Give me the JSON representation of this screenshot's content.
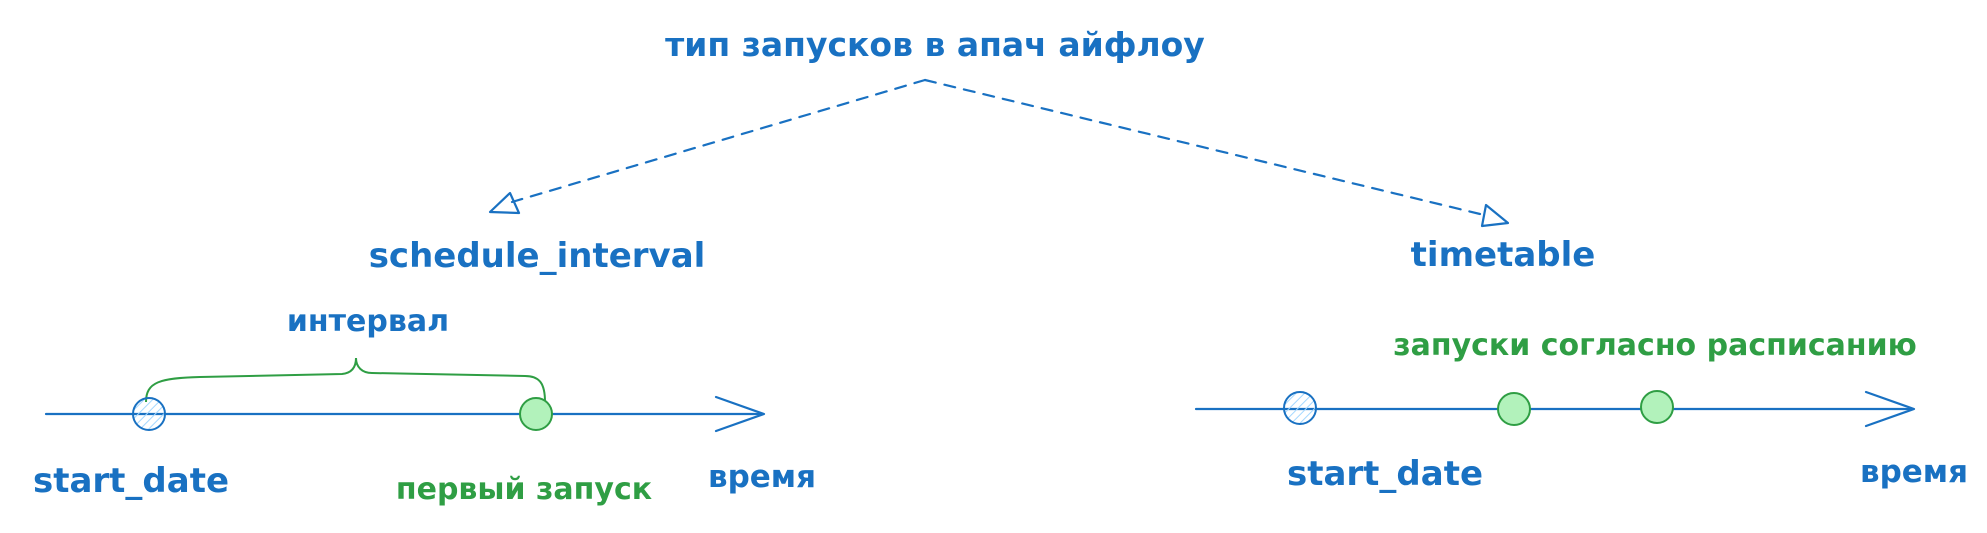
{
  "title": "тип запусков в апач айфлоу",
  "left_branch": {
    "label": "schedule_interval",
    "interval_label": "интервал",
    "start_label": "start_date",
    "first_run_label": "первый запуск",
    "axis_label": "время"
  },
  "right_branch": {
    "label": "timetable",
    "runs_label": "запуски согласно расписанию",
    "start_label": "start_date",
    "axis_label": "время"
  },
  "colors": {
    "blue": "#1971c2",
    "green": "#2f9e44",
    "green_fill": "#b2f2bb",
    "hatch_fill": "#a5d8ff"
  }
}
